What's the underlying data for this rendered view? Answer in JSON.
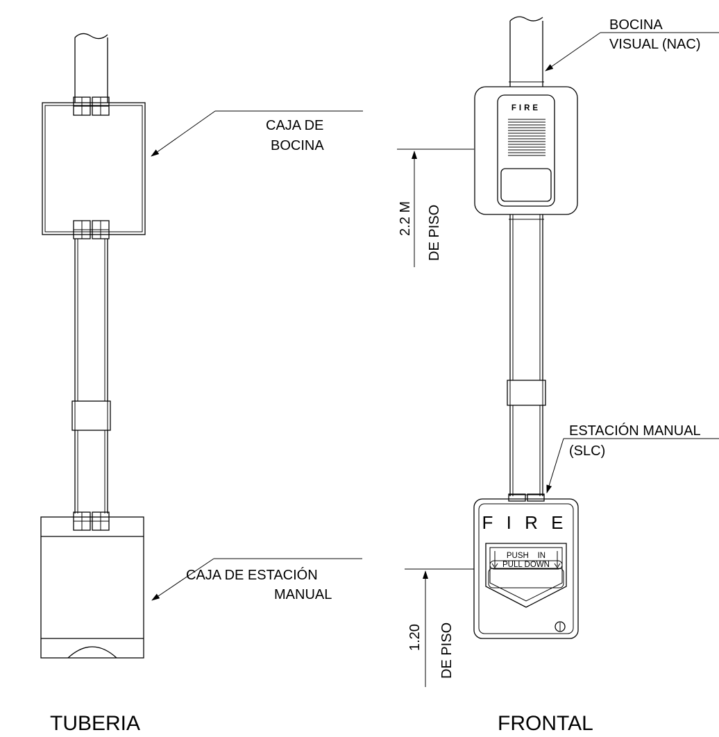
{
  "views": {
    "left_title": "TUBERIA",
    "right_title": "FRONTAL"
  },
  "labels": {
    "horn_box": [
      "CAJA DE",
      "BOCINA"
    ],
    "manual_box": [
      "CAJA DE ESTACIÓN",
      "MANUAL"
    ],
    "horn_visual": [
      "BOCINA",
      "VISUAL (NAC)"
    ],
    "manual_station": [
      "ESTACIÓN MANUAL",
      "(SLC)"
    ]
  },
  "dimensions": {
    "horn_height": [
      "2.2 M",
      "DE PISO"
    ],
    "station_height": [
      "1.20",
      "DE PISO"
    ]
  },
  "device_text": {
    "horn_fire": "FIRE",
    "station_fire": "F I R E",
    "push_in": "PUSH    IN",
    "pull_down": "PULL DOWN"
  },
  "colors": {
    "line": "#000000",
    "background": "#ffffff"
  }
}
